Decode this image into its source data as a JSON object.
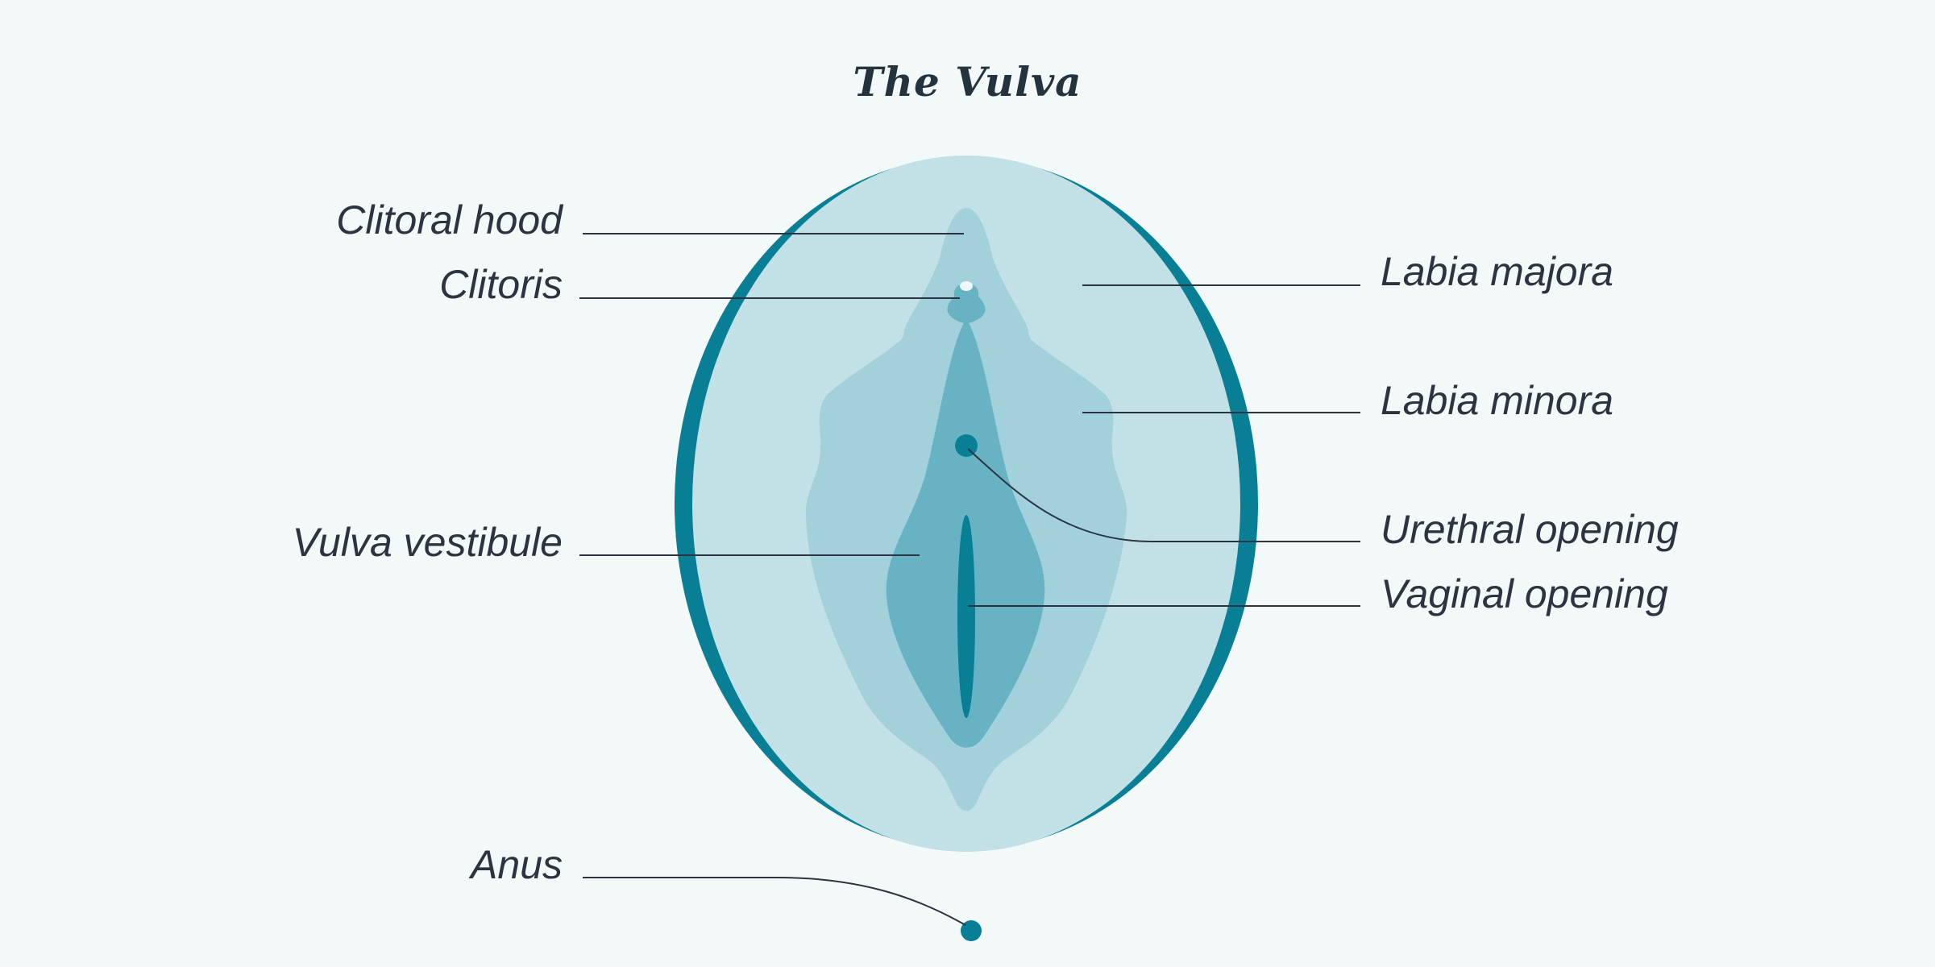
{
  "title": "The Vulva",
  "labels": {
    "clitoral_hood": "Clitoral hood",
    "clitoris": "Clitoris",
    "vulva_vestibule": "Vulva vestibule",
    "anus": "Anus",
    "labia_majora": "Labia majora",
    "labia_minora": "Labia minora",
    "urethral_opening": "Urethral opening",
    "vaginal_opening": "Vaginal opening"
  },
  "colors": {
    "background": "#f3f8f9",
    "labia_majora": "#c2e1e7",
    "labia_majora_edge": "#087f95",
    "labia_minora": "#a3d1db",
    "vestibule": "#68b3c3",
    "openings": "#087f95",
    "leader_line": "#2b3440",
    "text": "#2b3440"
  }
}
